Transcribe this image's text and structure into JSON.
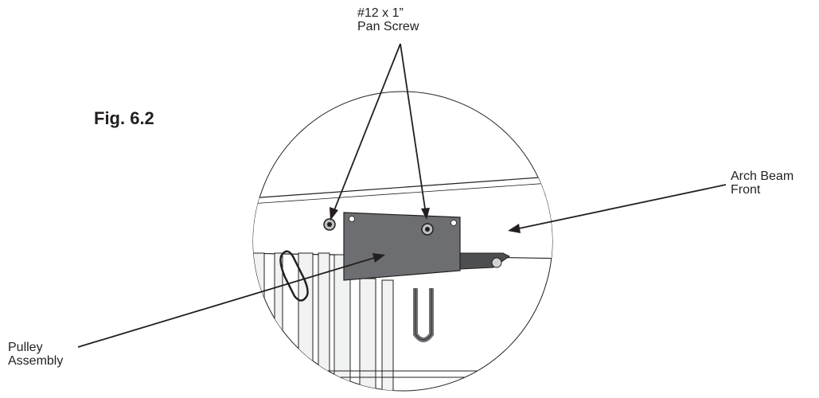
{
  "figure": {
    "title": "Fig. 6.2"
  },
  "callouts": {
    "screw": {
      "line1": "#12 x 1”",
      "line2": "Pan Screw"
    },
    "beam": {
      "line1": "Arch Beam",
      "line2": "Front"
    },
    "pulley": {
      "line1": "Pulley",
      "line2": "Assembly"
    }
  },
  "colors": {
    "ink": "#231f20",
    "bracket": "#6d6e71",
    "bracket_dark": "#4d4e50",
    "frame": "#e6e7e8"
  }
}
